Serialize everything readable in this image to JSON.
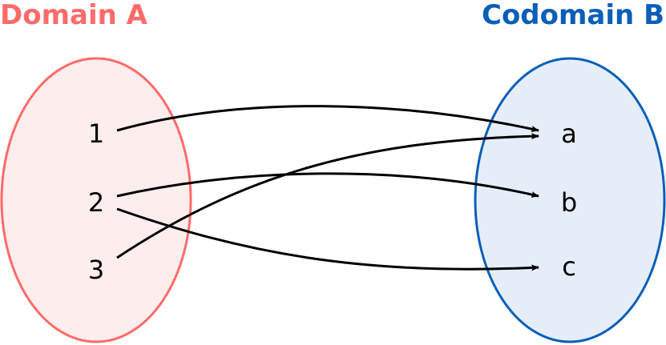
{
  "domain": {
    "title": "Domain A",
    "elements": [
      "1",
      "2",
      "3"
    ],
    "stroke": "#ff6b6b",
    "fill": "#fdeded"
  },
  "codomain": {
    "title": "Codomain B",
    "elements": [
      "a",
      "b",
      "c"
    ],
    "stroke": "#0a5fb8",
    "fill": "#e5eef8"
  },
  "mapping": [
    {
      "from": "1",
      "to": "a"
    },
    {
      "from": "2",
      "to": "b"
    },
    {
      "from": "2",
      "to": "c"
    },
    {
      "from": "3",
      "to": "a"
    }
  ]
}
